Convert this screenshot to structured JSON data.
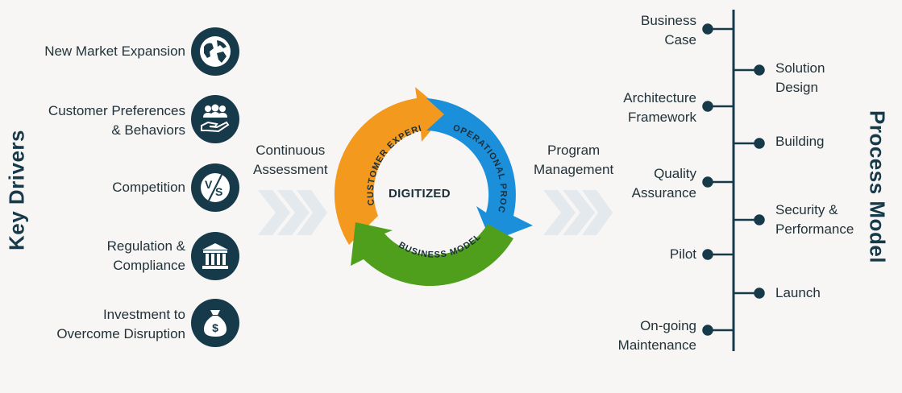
{
  "left_title": "Key Drivers",
  "right_title": "Process Model",
  "drivers": [
    {
      "line1": "New Market Expansion",
      "line2": "",
      "icon": "globe-icon"
    },
    {
      "line1": "Customer Preferences",
      "line2": "& Behaviors",
      "icon": "people-hand-icon"
    },
    {
      "line1": "Competition",
      "line2": "",
      "icon": "versus-icon"
    },
    {
      "line1": "Regulation &",
      "line2": "Compliance",
      "icon": "government-building-icon"
    },
    {
      "line1": "Investment to",
      "line2": "Overcome Disruption",
      "icon": "money-bag-icon"
    }
  ],
  "left_connector": {
    "line1": "Continuous",
    "line2": "Assessment"
  },
  "right_connector": {
    "line1": "Program",
    "line2": "Management"
  },
  "cycle": {
    "center": "DIGITIZED",
    "segments": [
      {
        "label": "CUSTOMER EXPERIENCE",
        "color": "#f39a1e"
      },
      {
        "label": "OPERATIONAL PROCESS",
        "color": "#1c8fdb"
      },
      {
        "label": "BUSINESS MODEL",
        "color": "#4f9e1c"
      }
    ]
  },
  "process_steps_left": [
    {
      "line1": "Business",
      "line2": "Case"
    },
    {
      "line1": "Architecture",
      "line2": "Framework"
    },
    {
      "line1": "Quality",
      "line2": "Assurance"
    },
    {
      "line1": "Pilot",
      "line2": ""
    },
    {
      "line1": "On-going",
      "line2": "Maintenance"
    }
  ],
  "process_steps_right": [
    {
      "line1": "Solution",
      "line2": "Design"
    },
    {
      "line1": "Building",
      "line2": ""
    },
    {
      "line1": "Security &",
      "line2": "Performance"
    },
    {
      "line1": "Launch",
      "line2": ""
    }
  ],
  "colors": {
    "dark": "#173a4a",
    "chevron": "#e6ebef",
    "background": "#f7f6f4"
  }
}
